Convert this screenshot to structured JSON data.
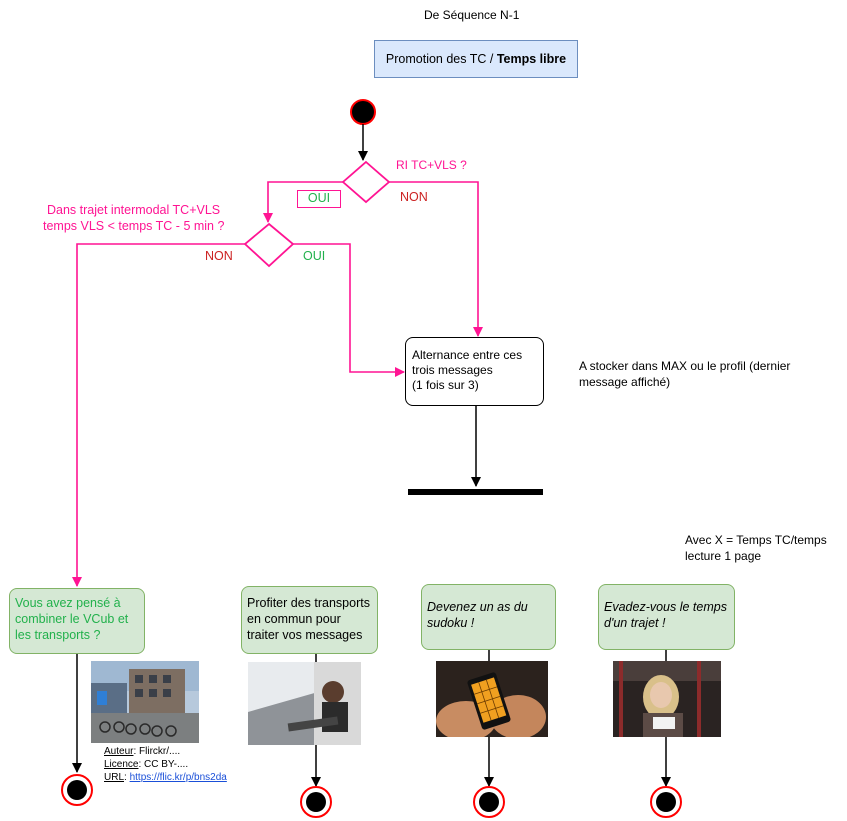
{
  "header": {
    "source_label": "De Séquence N-1"
  },
  "top_box": {
    "prefix": "Promotion des TC / ",
    "bold": "Temps libre"
  },
  "decision1": {
    "question": "RI TC+VLS ?",
    "yes": "OUI",
    "no": "NON"
  },
  "decision2": {
    "question_line1": "Dans trajet intermodal TC+VLS",
    "question_line2": "temps VLS < temps TC - 5 min ?",
    "yes": "OUI",
    "no": "NON"
  },
  "alternation_box": {
    "line1": "Alternance entre ces",
    "line2": "trois messages",
    "line3": "(1 fois sur 3)"
  },
  "store_note": {
    "line1": "A stocker dans MAX ou le profil (dernier",
    "line2": "message affiché)"
  },
  "x_note": {
    "line1": "Avec X = Temps TC/temps",
    "line2": "lecture 1 page"
  },
  "messages": [
    {
      "line1": "Vous avez pensé à",
      "line2": "combiner le VCub et",
      "line3": "les transports ?"
    },
    {
      "line1": "Profiter des transports",
      "line2": "en commun pour",
      "line3": "traiter vos messages"
    },
    {
      "line1": "Devenez un as du",
      "line2": "sudoku !"
    },
    {
      "line1": "Evadez-vous le temps",
      "line2": "d'un trajet !"
    }
  ],
  "credits": {
    "author_label": "Auteur",
    "author_value": ": Flirckr/....",
    "license_label": "Licence",
    "license_value": ": CC BY-....",
    "url_label": "URL",
    "url_sep": ": ",
    "url_value": "https://flic.kr/p/bns2da"
  },
  "colors": {
    "flow_pink": "#ff1493",
    "yes_green": "#22b14c",
    "no_red": "#cc2222",
    "message_fill": "#d5e8d4",
    "message_border": "#82b366",
    "top_box_fill": "#dae8fc",
    "top_box_border": "#6c8ebf"
  }
}
